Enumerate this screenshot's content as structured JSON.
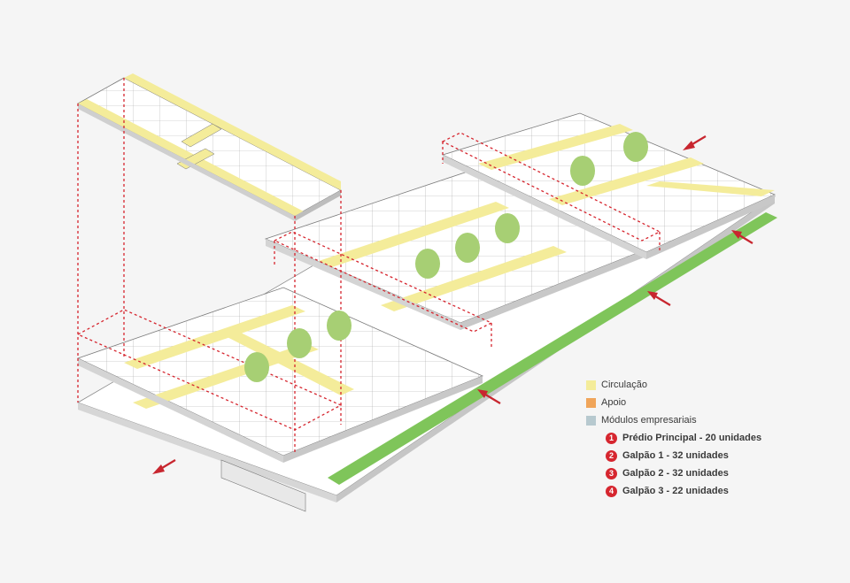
{
  "colors": {
    "background": "#f5f5f5",
    "circulation": "#f4ec9a",
    "support": "#f0a55a",
    "modules": "#b7c9cf",
    "accent_red": "#d6262f",
    "green_strip": "#7fc55a",
    "tree": "#a7cf74",
    "line": "#8a8a8a"
  },
  "legend": {
    "categories": [
      {
        "label": "Circulação",
        "color_key": "circulation"
      },
      {
        "label": "Apoio",
        "color_key": "support"
      },
      {
        "label": "Módulos empresariais",
        "color_key": "modules"
      }
    ],
    "buildings": [
      {
        "number": "1",
        "label": "Prédio Principal - 20 unidades"
      },
      {
        "number": "2",
        "label": "Galpão 1 - 32 unidades"
      },
      {
        "number": "3",
        "label": "Galpão 2 - 32 unidades"
      },
      {
        "number": "4",
        "label": "Galpão 3 - 22 unidades"
      }
    ]
  },
  "icons": {
    "entrance_arrow": "entrance-arrow-icon",
    "tree": "tree-icon"
  }
}
